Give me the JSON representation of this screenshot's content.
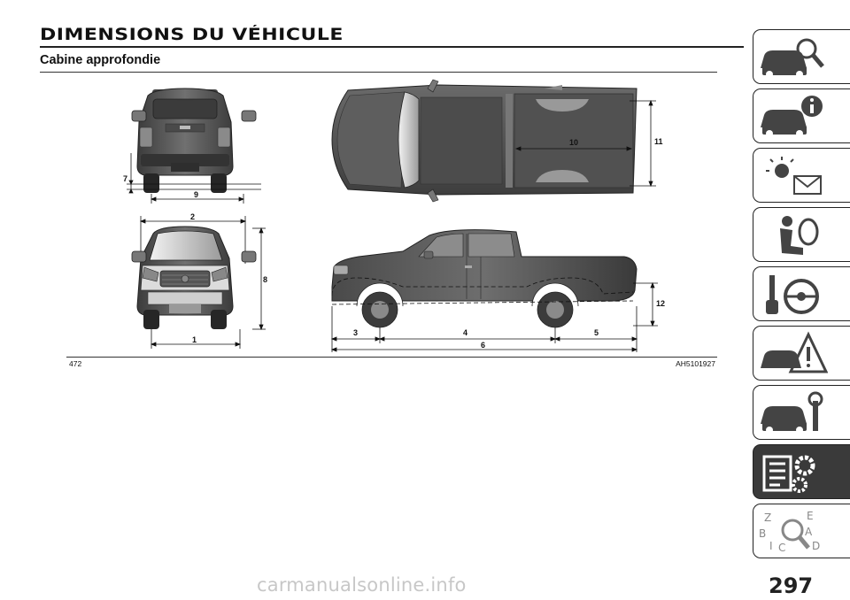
{
  "header": {
    "title": "DIMENSIONS DU VÉHICULE",
    "subtitle": "Cabine approfondie"
  },
  "figure": {
    "page_ref": "472",
    "code": "AH5101927",
    "dimension_labels": {
      "d1": "1",
      "d2": "2",
      "d3": "3",
      "d4": "4",
      "d5": "5",
      "d6": "6",
      "d7": "7",
      "d8": "8",
      "d9": "9",
      "d10": "10",
      "d11": "11",
      "d12": "12"
    }
  },
  "side_tabs": [
    {
      "icon": "car-magnifier-icon"
    },
    {
      "icon": "car-info-icon"
    },
    {
      "icon": "warning-lights-message-icon"
    },
    {
      "icon": "seat-airbag-icon"
    },
    {
      "icon": "key-steering-wheel-icon"
    },
    {
      "icon": "car-breakdown-warning-icon"
    },
    {
      "icon": "car-wrench-icon"
    },
    {
      "icon": "specs-gears-icon",
      "active": true
    },
    {
      "icon": "alphabetical-index-icon"
    }
  ],
  "footer": {
    "page_number": "297",
    "watermark": "carmanualsonline.info"
  },
  "colors": {
    "active_tab": "#3a3a3a",
    "car_body": "#5a5a5a"
  }
}
